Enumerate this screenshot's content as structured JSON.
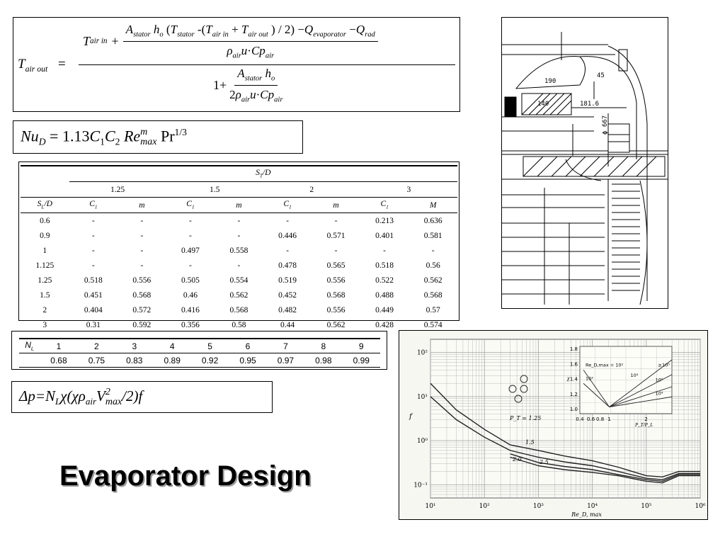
{
  "title": "Evaporator Design",
  "eq1": {
    "lhs": "T",
    "lhs_sub": "air out",
    "equals": "=",
    "t_in": "T",
    "t_in_sub": "air in",
    "plus": "+",
    "one_plus": "1+",
    "num_a": "A",
    "num_a_sub": "stator",
    "num_h": "h",
    "num_h_sub": "o",
    "num_open": "(",
    "num_t": "T",
    "num_t_sub": "stator",
    "num_minus_open": "-(",
    "num_t2": "T",
    "num_t2_sub": "air in",
    "num_plus": "+",
    "num_t3": "T",
    "num_t3_sub": "air out",
    "num_div": ") / 2)",
    "num_minus_q": "−",
    "num_q": "Q",
    "num_q_sub": "evaporator",
    "num_minus_q2": "−",
    "num_q2": "Q",
    "num_q2_sub": "rad",
    "den_rho": "ρ",
    "den_rho_sub": "air",
    "den_u": "u",
    "den_cp": "Cp",
    "den_cp_sub": "air",
    "low_a": "A",
    "low_a_sub": "stator",
    "low_h": "h",
    "low_h_sub": "o",
    "low_two": "2",
    "low_rho": "ρ",
    "low_rho_sub": "air",
    "low_u": "u",
    "low_cp": "Cp",
    "low_cp_sub": "air"
  },
  "eq2": {
    "nu": "Nu",
    "nu_sub": "D",
    "rest": "= 1.13",
    "c1": "C",
    "c1_sub": "1",
    "c2": "C",
    "c2_sub": "2",
    "re": "Re",
    "re_sup": "m",
    "re_sub": "max",
    "pr": "Pr",
    "pr_sup": "1/3"
  },
  "table1": {
    "group_header": "S_T/D",
    "group_header_main": "S",
    "group_header_sub": "T",
    "group_header_tail": "/D",
    "groups": [
      "1.25",
      "1.5",
      "2",
      "3"
    ],
    "row_header_main": "S",
    "row_header_sub": "L",
    "row_header_tail": "/D",
    "subheaders": [
      {
        "main": "C",
        "sub": "1"
      },
      {
        "main": "m",
        "sub": ""
      },
      {
        "main": "C",
        "sub": "1"
      },
      {
        "main": "m",
        "sub": ""
      },
      {
        "main": "C",
        "sub": "1"
      },
      {
        "main": "m",
        "sub": ""
      },
      {
        "main": "C",
        "sub": "1"
      },
      {
        "main": "M",
        "sub": ""
      }
    ],
    "rows": [
      [
        "0.6",
        "-",
        "-",
        "-",
        "-",
        "-",
        "-",
        "0.213",
        "0.636"
      ],
      [
        "0.9",
        "-",
        "-",
        "-",
        "-",
        "0.446",
        "0.571",
        "0.401",
        "0.581"
      ],
      [
        "1",
        "-",
        "-",
        "0.497",
        "0.558",
        "-",
        "-",
        "-",
        "-"
      ],
      [
        "1.125",
        "-",
        "-",
        "-",
        "-",
        "0.478",
        "0.565",
        "0.518",
        "0.56"
      ],
      [
        "1.25",
        "0.518",
        "0.556",
        "0.505",
        "0.554",
        "0.519",
        "0.556",
        "0.522",
        "0.562"
      ],
      [
        "1.5",
        "0.451",
        "0.568",
        "0.46",
        "0.562",
        "0.452",
        "0.568",
        "0.488",
        "0.568"
      ],
      [
        "2",
        "0.404",
        "0.572",
        "0.416",
        "0.568",
        "0.482",
        "0.556",
        "0.449",
        "0.57"
      ],
      [
        "3",
        "0.31",
        "0.592",
        "0.356",
        "0.58",
        "0.44",
        "0.562",
        "0.428",
        "0.574"
      ]
    ]
  },
  "table2": {
    "label_main": "N",
    "label_sub": "L",
    "n_values": [
      "1",
      "2",
      "3",
      "4",
      "5",
      "6",
      "7",
      "8",
      "9"
    ],
    "values": [
      "0.68",
      "0.75",
      "0.83",
      "0.89",
      "0.92",
      "0.95",
      "0.97",
      "0.98",
      "0.99"
    ]
  },
  "eq3": {
    "delta": "Δ",
    "p": "p=N",
    "p_sub": "L",
    "chi": "χ(χρ",
    "rho_sub": "air",
    "v": "V",
    "v_sup": "2",
    "v_sub": "max",
    "tail": "/2)f"
  },
  "drawing": {
    "dims": [
      "190",
      "45",
      "140",
      "181.6",
      "ϕ 667"
    ]
  },
  "chart_data": {
    "type": "line",
    "xscale": "log",
    "yscale": "log",
    "xlim": [
      10,
      1000000
    ],
    "ylim": [
      0.05,
      200
    ],
    "x_ticks": [
      "10¹",
      "10²",
      "10³",
      "10⁴",
      "10⁵",
      "10⁶"
    ],
    "y_ticks": [
      "10²",
      "10¹",
      "10⁰",
      "10⁻¹"
    ],
    "xlabel": "Re_D, max",
    "ylabel": "f",
    "curve_labels": [
      "P_T = 1.25",
      "1.5",
      "2.0",
      "2.5"
    ],
    "series": [
      {
        "name": "1.25",
        "x": [
          10,
          30,
          100,
          300,
          1000,
          3000,
          10000,
          30000,
          100000,
          200000,
          400000,
          1000000
        ],
        "y": [
          20,
          5,
          1.8,
          0.8,
          0.6,
          0.45,
          0.35,
          0.25,
          0.16,
          0.15,
          0.2,
          0.2
        ]
      },
      {
        "name": "1.5",
        "x": [
          10,
          30,
          100,
          300,
          1000,
          3000,
          10000,
          30000,
          100000,
          200000,
          400000,
          1000000
        ],
        "y": [
          10,
          3,
          1.2,
          0.6,
          0.42,
          0.33,
          0.27,
          0.2,
          0.14,
          0.13,
          0.18,
          0.18
        ]
      },
      {
        "name": "2.0",
        "x": [
          300,
          1000,
          3000,
          10000,
          30000,
          100000,
          200000,
          400000,
          1000000
        ],
        "y": [
          0.5,
          0.32,
          0.26,
          0.22,
          0.17,
          0.13,
          0.12,
          0.17,
          0.17
        ]
      },
      {
        "name": "2.5",
        "x": [
          300,
          1000,
          3000,
          10000,
          30000,
          100000,
          200000,
          400000,
          1000000
        ],
        "y": [
          0.42,
          0.27,
          0.22,
          0.19,
          0.16,
          0.12,
          0.11,
          0.16,
          0.16
        ]
      }
    ],
    "inset": {
      "ylabel": "χ",
      "xlabel": "P_T/P_L",
      "x_ticks": [
        "0.4",
        "0.6",
        "0.8",
        "1",
        "2"
      ],
      "y_ticks": [
        "1.8",
        "1.6",
        "1.4",
        "1.2",
        "1.0"
      ],
      "labels": [
        "Re_D,max = 10²",
        "10³",
        "10⁴",
        "≥10⁵",
        "10⁵",
        "10⁴"
      ]
    }
  }
}
